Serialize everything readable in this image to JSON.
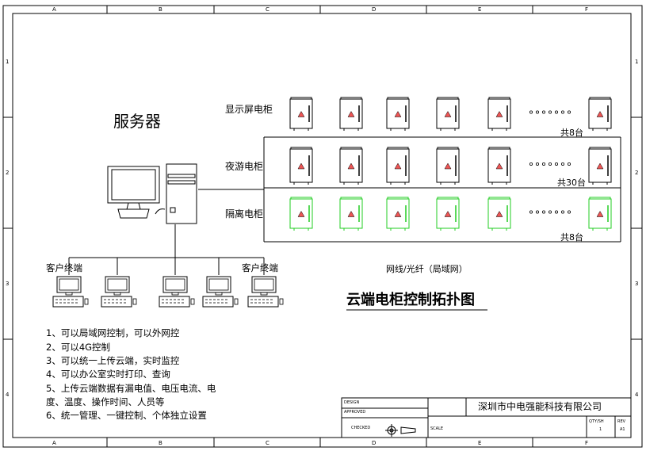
{
  "frame": {
    "col_marks": [
      "A",
      "B",
      "C",
      "D",
      "E",
      "F"
    ],
    "row_marks": [
      "1",
      "2",
      "3",
      "4"
    ]
  },
  "server": {
    "label": "服务器"
  },
  "rows": [
    {
      "name": "显示屏电柜",
      "count": "共8台",
      "color": "#000000"
    },
    {
      "name": "夜游电柜",
      "count": "共30台",
      "color": "#000000"
    },
    {
      "name": "隔离电柜",
      "count": "共8台",
      "color": "#22cc22"
    }
  ],
  "clients": {
    "label_left": "客户终端",
    "label_right": "客户终端"
  },
  "network_label": "网线/光纤（局域网）",
  "title": "云端电柜控制拓扑图",
  "notes": [
    "1、可以局域网控制，可以外网控",
    "2、可以4G控制",
    "3、可以统一上传云端，实时监控",
    "4、可以办公室实时打印、查询",
    "5、上传云端数据有漏电值、电压电流、电",
    "度、温度、操作时间、人员等",
    "6、统一管理、一键控制、个体独立设置"
  ],
  "title_block": {
    "company": "深圳市中电强能科技有限公司",
    "design": "DESIGN",
    "approved": "APPROVED",
    "checked": "CHECKED",
    "scale": "SCALE",
    "qty": "QTY/SH",
    "rev": "REV",
    "sheet": "1",
    "size": "A1"
  }
}
